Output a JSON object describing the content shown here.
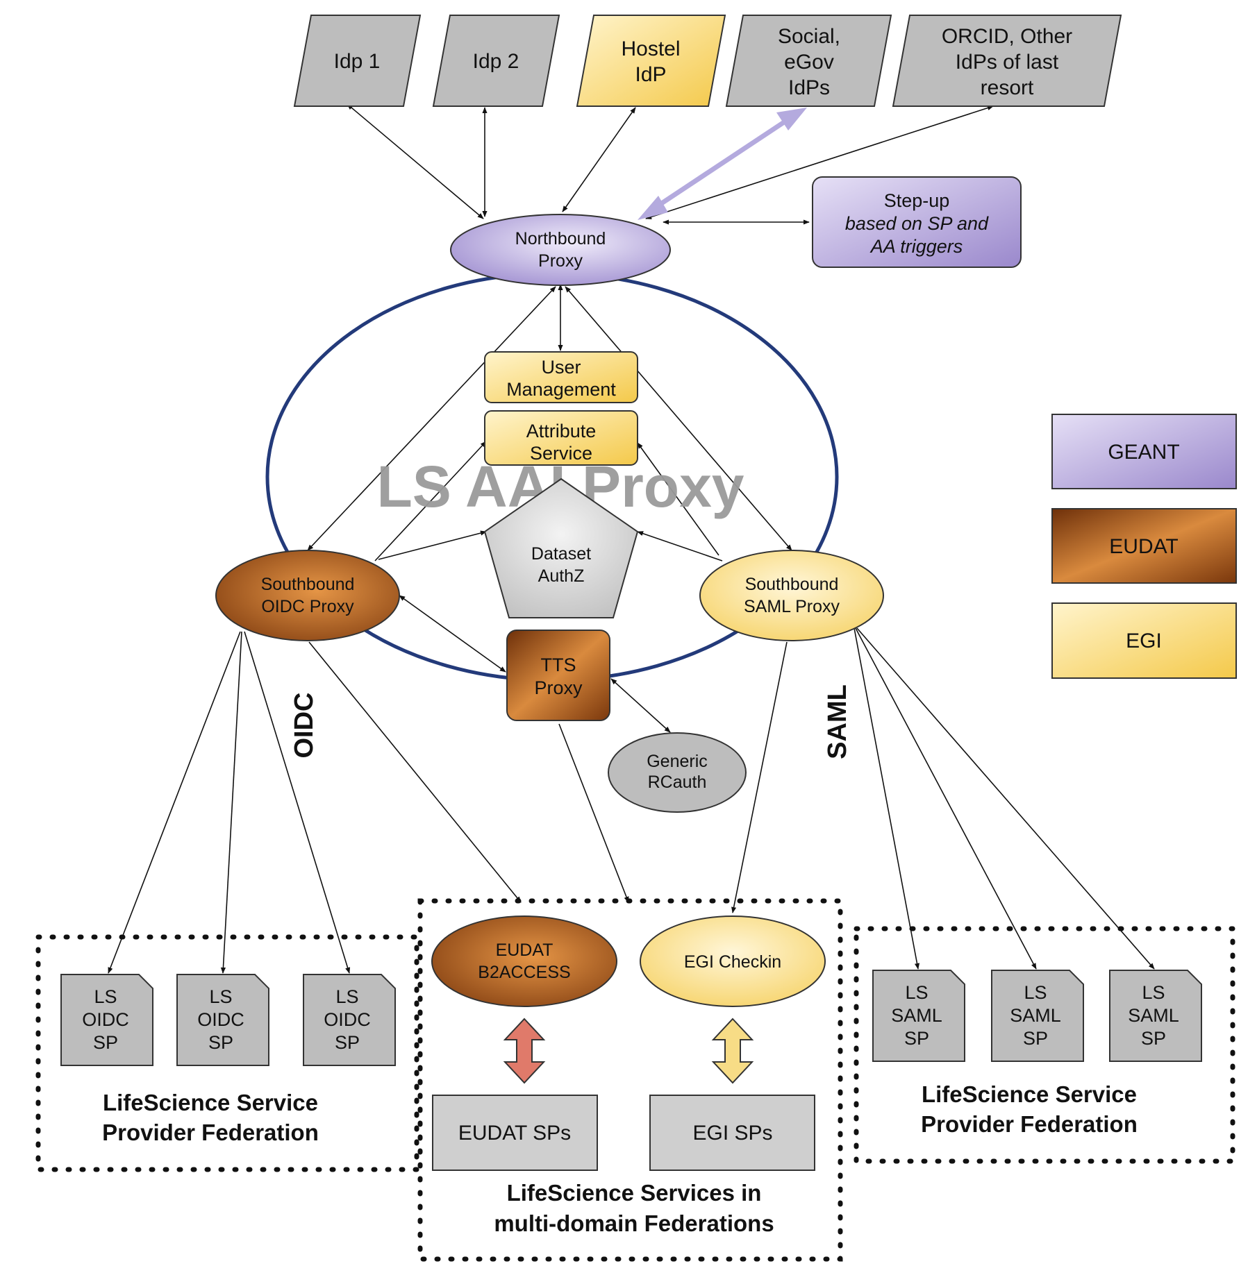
{
  "title": "LS AAI Proxy",
  "idps": [
    {
      "lines": [
        "Idp 1"
      ],
      "color": "#bdbdbd"
    },
    {
      "lines": [
        "Idp 2"
      ],
      "color": "#bdbdbd"
    },
    {
      "lines": [
        "Hostel",
        "IdP"
      ],
      "color": "#f9d97a"
    },
    {
      "lines": [
        "Social,",
        "eGov",
        "IdPs"
      ],
      "color": "#bdbdbd"
    },
    {
      "lines": [
        "ORCID, Other",
        "IdPs of last",
        "resort"
      ],
      "color": "#bdbdbd"
    }
  ],
  "stepup": {
    "line1": "Step-up",
    "line2": "based on SP and",
    "line3": "AA triggers"
  },
  "northbound": {
    "line1": "Northbound",
    "line2": "Proxy"
  },
  "user_management": {
    "line1": "User",
    "line2": "Management"
  },
  "attribute_service": {
    "line1": "Attribute",
    "line2": "Service"
  },
  "dataset_authz": {
    "line1": "Dataset",
    "line2": "AuthZ"
  },
  "southbound_oidc": {
    "line1": "Southbound",
    "line2": "OIDC Proxy"
  },
  "southbound_saml": {
    "line1": "Southbound",
    "line2": "SAML Proxy"
  },
  "tts_proxy": {
    "line1": "TTS",
    "line2": "Proxy"
  },
  "rcauth": {
    "line1": "Generic",
    "line2": "RCauth"
  },
  "oidc_label": "OIDC",
  "saml_label": "SAML",
  "oidc_sps": [
    {
      "lines": [
        "LS",
        "OIDC",
        "SP"
      ]
    },
    {
      "lines": [
        "LS",
        "OIDC",
        "SP"
      ]
    },
    {
      "lines": [
        "LS",
        "OIDC",
        "SP"
      ]
    }
  ],
  "saml_sps": [
    {
      "lines": [
        "LS",
        "SAML",
        "SP"
      ]
    },
    {
      "lines": [
        "LS",
        "SAML",
        "SP"
      ]
    },
    {
      "lines": [
        "LS",
        "SAML",
        "SP"
      ]
    }
  ],
  "eudat_b2access": {
    "line1": "EUDAT",
    "line2": "B2ACCESS"
  },
  "egi_checkin": "EGI Checkin",
  "eudat_sps": "EUDAT SPs",
  "egi_sps": "EGI SPs",
  "federation_left": {
    "line1": "LifeScience Service",
    "line2": "Provider Federation"
  },
  "federation_right": {
    "line1": "LifeScience Service",
    "line2": "Provider Federation"
  },
  "federation_middle": {
    "line1": "LifeScience Services in",
    "line2": "multi-domain Federations"
  },
  "legend": [
    {
      "label": "GEANT",
      "color": "#a99ad4"
    },
    {
      "label": "EUDAT",
      "color": "#8a4312"
    },
    {
      "label": "EGI",
      "color": "#f7d774"
    }
  ],
  "colors": {
    "geant": "#a99ad4",
    "eudat": "#8a4312",
    "egi": "#f7d774",
    "grey": "#bdbdbd",
    "proxy_ring": "#233a7a"
  }
}
